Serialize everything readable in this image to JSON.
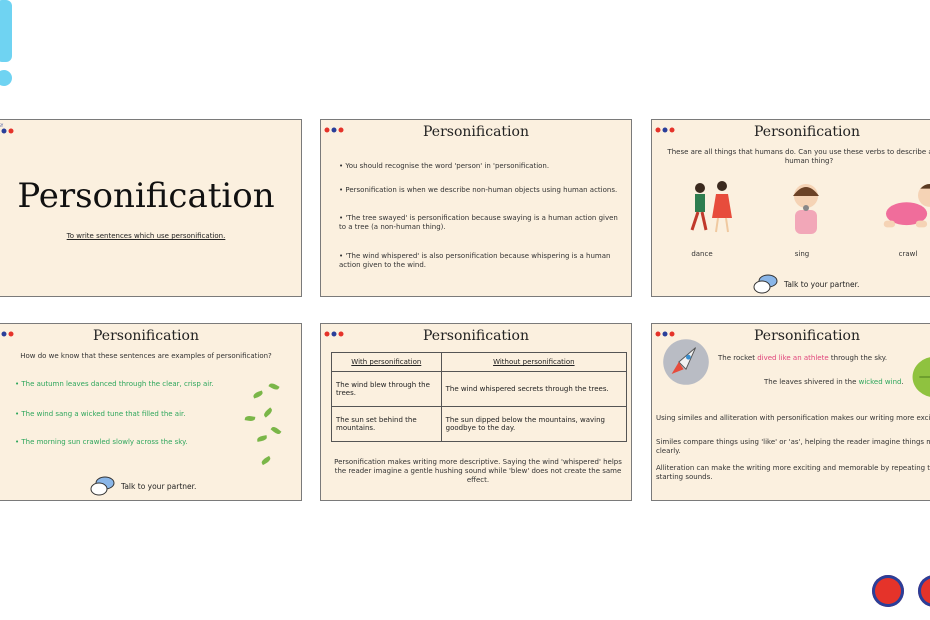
{
  "colors": {
    "slide_bg": "#fbf0df",
    "title": "#222222",
    "green": "#2ea65c",
    "pink": "#e0457b",
    "exclamation": "#6fd3f2",
    "stamp": "#e5332a"
  },
  "slide1": {
    "title": "Personification",
    "subtitle": "To write sentences which use personification."
  },
  "slide2": {
    "title": "Personification",
    "bullets": [
      "You should recognise the word 'person' in 'personification.",
      "Personification is when we describe non-human objects using human actions.",
      "'The tree swayed' is personification because swaying is a human action given to a tree (a non-human thing).",
      "'The wind whispered' is also personification because whispering is a human action given to the wind."
    ]
  },
  "slide3": {
    "title": "Personification",
    "question": "These are all things that humans do. Can you use these verbs to describe a non-human thing?",
    "verbs": [
      "dance",
      "sing",
      "crawl"
    ],
    "talk": "Talk to your partner."
  },
  "slide4": {
    "title": "Personification",
    "question": "How do we know that these sentences are examples of personification?",
    "sentences": [
      "The autumn leaves danced through the clear, crisp air.",
      "The wind sang a wicked tune that filled the air.",
      "The morning sun crawled slowly across the sky."
    ],
    "talk": "Talk to your partner."
  },
  "slide5": {
    "title": "Personification",
    "headers": [
      "With personification",
      "Without personification"
    ],
    "rows": [
      [
        "The wind blew through the trees.",
        "The wind whispered secrets through the trees."
      ],
      [
        "The sun set behind the mountains.",
        "The sun dipped below the mountains, waving goodbye to the day."
      ]
    ],
    "note": "Personification makes writing more descriptive. Saying the wind 'whispered' helps the reader imagine a gentle hushing sound while 'blew' does not create the same effect."
  },
  "slide6": {
    "title": "Personification",
    "rocket": {
      "pre": "The rocket ",
      "highlight": "dived like an athlete",
      "post": " through the sky."
    },
    "leaves": {
      "pre": "The leaves shivered in the ",
      "highlight": "wicked wind",
      "post": "."
    },
    "points": [
      "Using similes and alliteration with personification makes our writing more exciting.",
      "Similes compare things using 'like' or 'as', helping the reader imagine things more clearly.",
      "Alliteration can make the writing more exciting and memorable by repeating the starting sounds."
    ]
  }
}
